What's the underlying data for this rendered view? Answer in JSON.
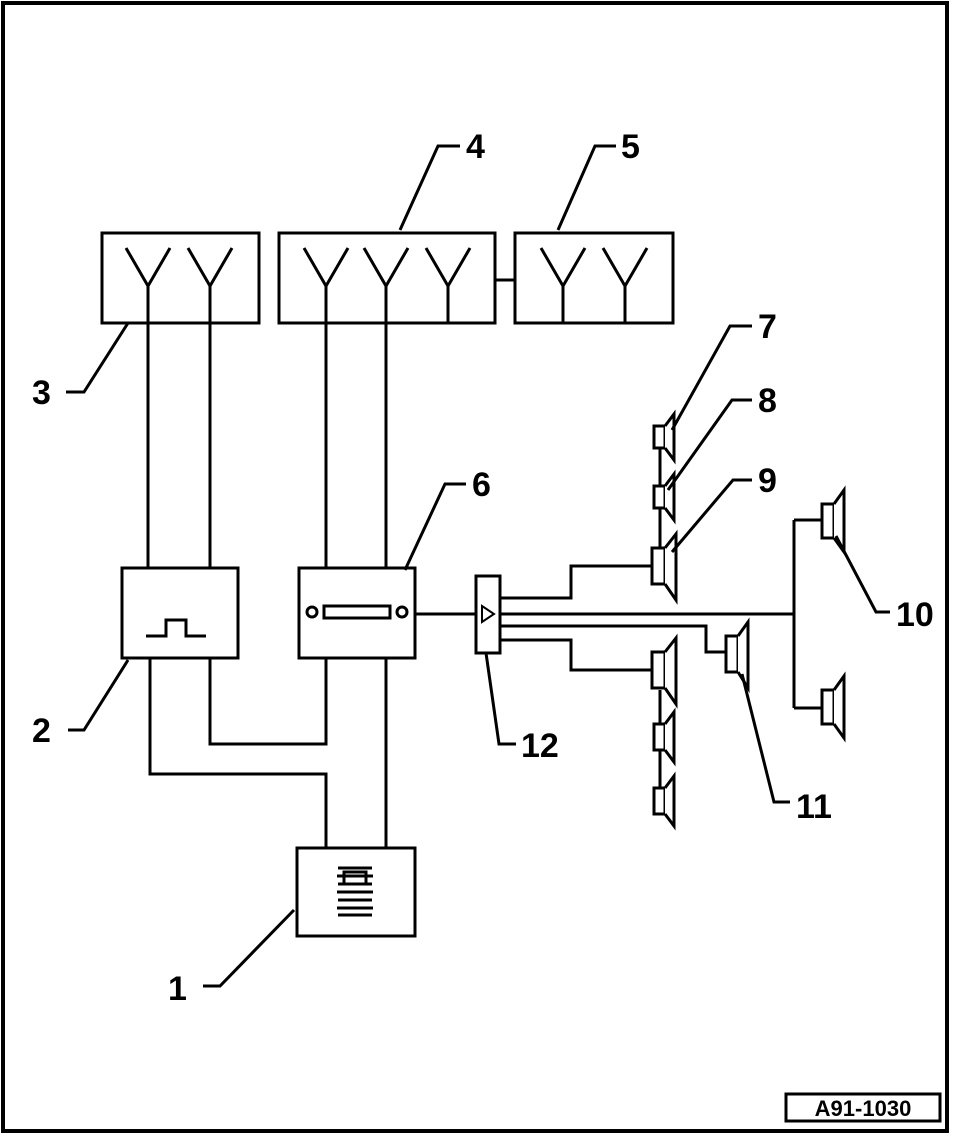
{
  "diagram": {
    "callouts": {
      "c1": "1",
      "c2": "2",
      "c3": "3",
      "c4": "4",
      "c5": "5",
      "c6": "6",
      "c7": "7",
      "c8": "8",
      "c9": "9",
      "c10": "10",
      "c11": "11",
      "c12": "12"
    },
    "figure_ref": "A91-1030",
    "colors": {
      "line": "#000000",
      "background": "#ffffff"
    }
  }
}
